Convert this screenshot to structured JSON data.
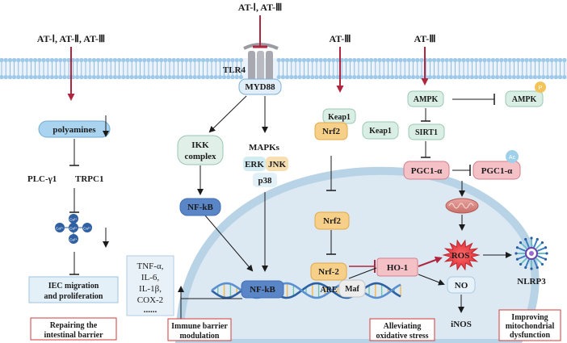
{
  "colors": {
    "inhibit_red": "#b0263e",
    "membrane_head": "#9ec9e8",
    "membrane_tail": "#7eaed6",
    "blue_box": "#a9d3ee",
    "orange_box": "#f6d089",
    "green_box": "#d9eee5",
    "pink_box": "#f4c1c7",
    "footer_border": "#d33a3a",
    "nucleus": "#d6e6f1",
    "ros": "#e0353e",
    "nfkb_box": "#3f6fb5"
  },
  "top_labels": {
    "tlr_treatment": "AT-Ⅰ,  AT-Ⅲ",
    "left_treatment": "AT-Ⅰ, AT-Ⅱ, AT-Ⅲ",
    "keap_treatment": "AT-Ⅲ",
    "ampk_treatment": "AT-Ⅲ"
  },
  "left_pathway": {
    "polyamines": "polyamines",
    "plc": "PLC-γ1",
    "trpc": "TRPC1",
    "calcium": "Ca²⁺",
    "iec_line1": "IEC migration",
    "iec_line2": "and proliferation"
  },
  "tlr_pathway": {
    "tlr4": "TLR4",
    "myd88": "MYD88",
    "ikk_line1": "IKK",
    "ikk_line2": "complex",
    "nfkb": "NF-kB",
    "mapks": "MAPKs",
    "erk": "ERK",
    "jnk": "JNK",
    "p38": "p38",
    "nfkb_nuclear": "NF-kB"
  },
  "cytokines": [
    "TNF-α,",
    "IL-6,",
    "IL-1β,",
    "COX-2",
    "......"
  ],
  "nrf_pathway": {
    "keap1": "Keap1",
    "nrf2": "Nrf2",
    "keap1_free": "Keap1",
    "nrf2_nuclear": "Nrf2",
    "nrf2_bound": "Nrf-2",
    "are": "ARE",
    "maf": "Maf",
    "ho1": "HO-1"
  },
  "ampk_pathway": {
    "ampk": "AMPK",
    "ampk_p": "AMPK",
    "p_tag": "P",
    "sirt1": "SIRT1",
    "pgc1a": "PGC1-α",
    "pgc1a_ac": "PGC1-α",
    "ac_tag": "Ac",
    "ros": "ROS",
    "nlrp3": "NLRP3",
    "no": "NO",
    "inos": "iNOS"
  },
  "footer_labels": {
    "intestinal_1": "Repairing the",
    "intestinal_2": "intestinal barrier",
    "immune_1": "Immune barrier",
    "immune_2": "modulation",
    "oxidative_1": "Alleviating",
    "oxidative_2": "oxidative stress",
    "mito_1": "Improving",
    "mito_2": "mitochondrial",
    "mito_3": "dysfunction"
  }
}
